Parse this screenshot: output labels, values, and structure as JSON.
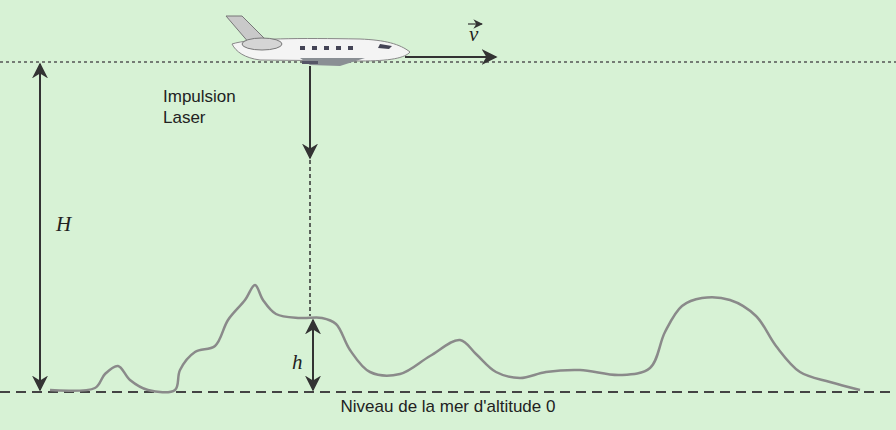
{
  "diagram": {
    "labels": [
      "Impulsion Laser",
      "H",
      "h",
      "v",
      "Niveau de la mer d'altitude 0"
    ]
  }
}
